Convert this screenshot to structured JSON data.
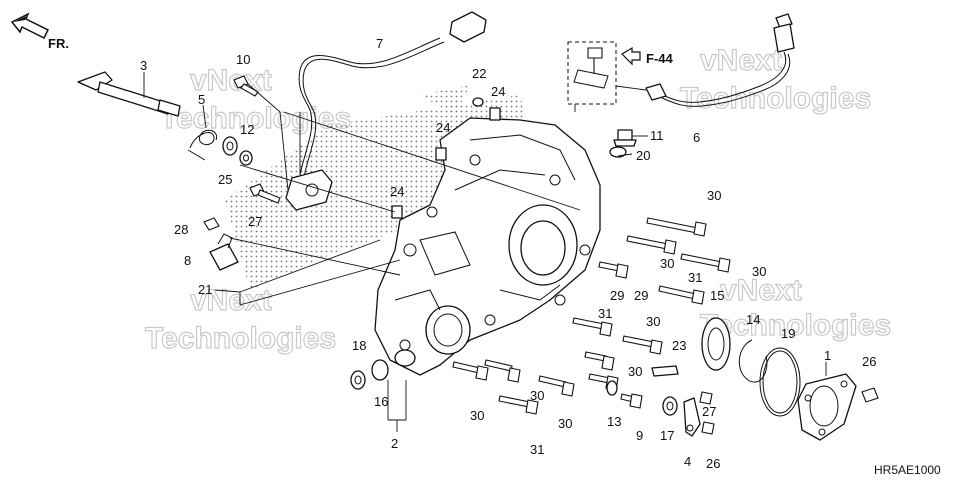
{
  "diagram": {
    "direction_label": "FR.",
    "reference_label": "F-44",
    "diagram_code": "HR5AE1000",
    "watermark_lines": [
      "vNext",
      "Technologies"
    ],
    "callouts": [
      {
        "id": "c1",
        "text": "1"
      },
      {
        "id": "c2",
        "text": "2"
      },
      {
        "id": "c3",
        "text": "3"
      },
      {
        "id": "c4",
        "text": "4"
      },
      {
        "id": "c5",
        "text": "5"
      },
      {
        "id": "c6",
        "text": "6"
      },
      {
        "id": "c7",
        "text": "7"
      },
      {
        "id": "c8",
        "text": "8"
      },
      {
        "id": "c9",
        "text": "9"
      },
      {
        "id": "c10",
        "text": "10"
      },
      {
        "id": "c11",
        "text": "11"
      },
      {
        "id": "c12",
        "text": "12"
      },
      {
        "id": "c13",
        "text": "13"
      },
      {
        "id": "c14",
        "text": "14"
      },
      {
        "id": "c15",
        "text": "15"
      },
      {
        "id": "c16",
        "text": "16"
      },
      {
        "id": "c17",
        "text": "17"
      },
      {
        "id": "c18",
        "text": "18"
      },
      {
        "id": "c19",
        "text": "19"
      },
      {
        "id": "c20",
        "text": "20"
      },
      {
        "id": "c21",
        "text": "21"
      },
      {
        "id": "c22",
        "text": "22"
      },
      {
        "id": "c23",
        "text": "23"
      },
      {
        "id": "c24a",
        "text": "24"
      },
      {
        "id": "c24b",
        "text": "24"
      },
      {
        "id": "c24c",
        "text": "24"
      },
      {
        "id": "c25",
        "text": "25"
      },
      {
        "id": "c26a",
        "text": "26"
      },
      {
        "id": "c26b",
        "text": "26"
      },
      {
        "id": "c27a",
        "text": "27"
      },
      {
        "id": "c27b",
        "text": "27"
      },
      {
        "id": "c28",
        "text": "28"
      },
      {
        "id": "c29a",
        "text": "29"
      },
      {
        "id": "c29b",
        "text": "29"
      },
      {
        "id": "c30a",
        "text": "30"
      },
      {
        "id": "c30b",
        "text": "30"
      },
      {
        "id": "c30c",
        "text": "30"
      },
      {
        "id": "c30d",
        "text": "30"
      },
      {
        "id": "c30e",
        "text": "30"
      },
      {
        "id": "c30f",
        "text": "30"
      },
      {
        "id": "c30g",
        "text": "30"
      },
      {
        "id": "c30h",
        "text": "30"
      },
      {
        "id": "c31a",
        "text": "31"
      },
      {
        "id": "c31b",
        "text": "31"
      },
      {
        "id": "c31c",
        "text": "31"
      }
    ]
  }
}
